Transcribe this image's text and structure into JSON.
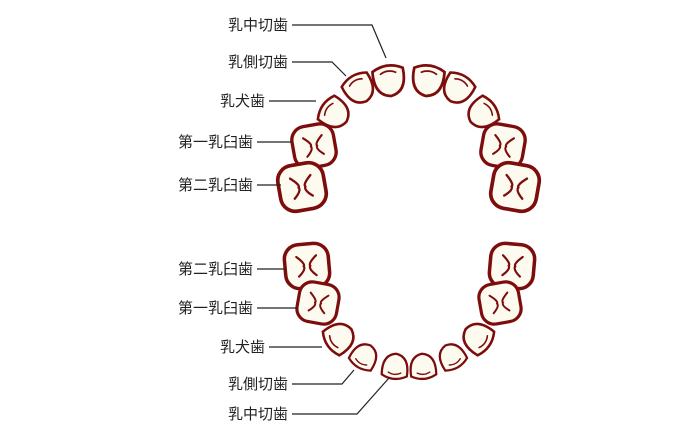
{
  "upper_jaw": {
    "labels": [
      "乳中切歯",
      "乳側切歯",
      "乳犬歯",
      "第一乳臼歯",
      "第二乳臼歯"
    ]
  },
  "lower_jaw": {
    "labels": [
      "第二乳臼歯",
      "第一乳臼歯",
      "乳犬歯",
      "乳側切歯",
      "乳中切歯"
    ]
  },
  "colors": {
    "outline": "#7d0d0d",
    "tooth_fill": "#fdfbf0",
    "text": "#222222"
  }
}
